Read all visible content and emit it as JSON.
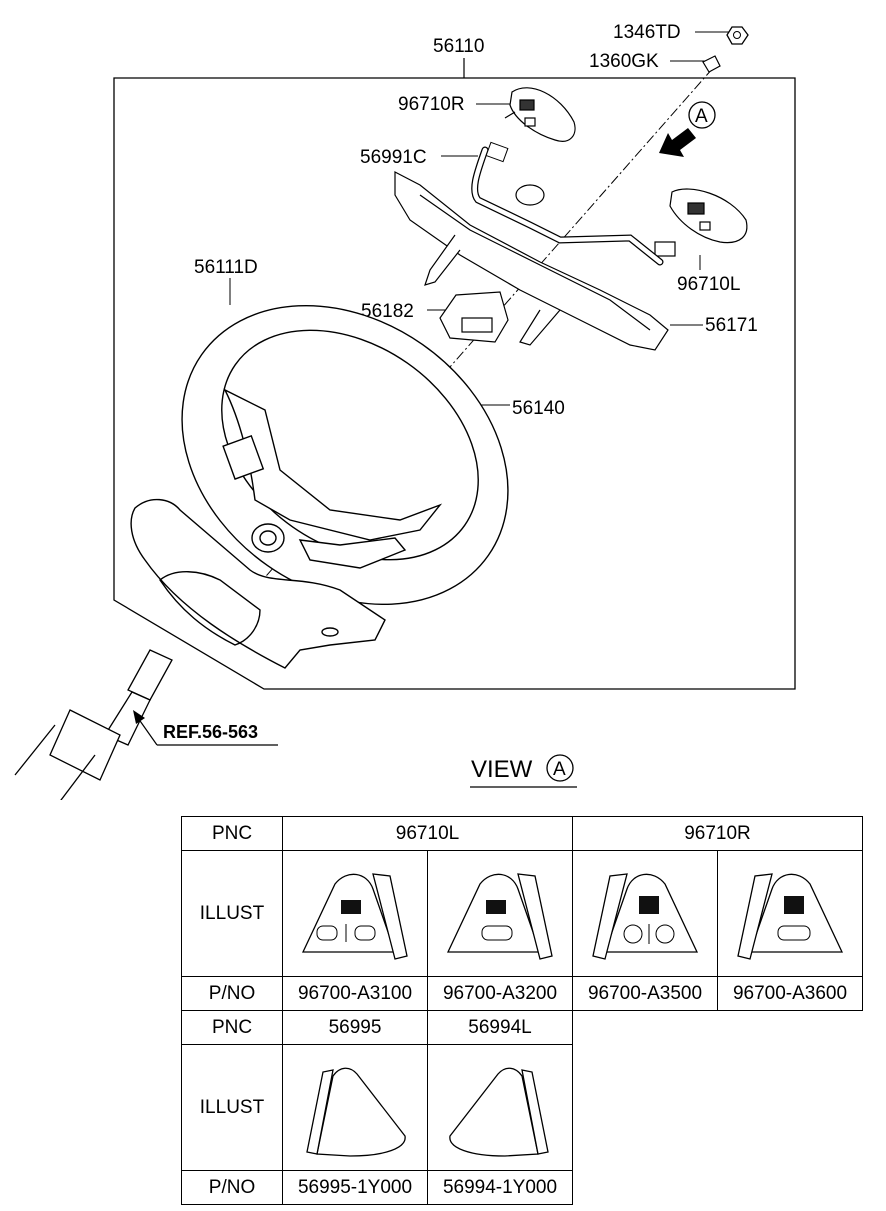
{
  "callouts": {
    "c56110": "56110",
    "c1346TD": "1346TD",
    "c1360GK": "1360GK",
    "c96710R": "96710R",
    "c56991C": "56991C",
    "c96710L": "96710L",
    "c56111D": "56111D",
    "c56182": "56182",
    "c56171": "56171",
    "c56140": "56140",
    "view_marker": "A",
    "ref": "REF.56-563"
  },
  "view_label": {
    "text": "VIEW",
    "marker": "A"
  },
  "table1": {
    "pnc_label": "PNC",
    "illust_label": "ILLUST",
    "pno_label": "P/NO",
    "groups": [
      "96710L",
      "96710R"
    ],
    "pnos": [
      "96700-A3100",
      "96700-A3200",
      "96700-A3500",
      "96700-A3600"
    ],
    "switch_icons": [
      "switch-left-3button-icon",
      "switch-left-1button-icon",
      "switch-right-2button-icon",
      "switch-right-1button-icon"
    ]
  },
  "table2": {
    "pnc_label": "PNC",
    "illust_label": "ILLUST",
    "pno_label": "P/NO",
    "pncs": [
      "56995",
      "56994L"
    ],
    "pnos": [
      "56995-1Y000",
      "56994-1Y000"
    ],
    "cover_icons": [
      "cover-right-icon",
      "cover-left-icon"
    ]
  }
}
